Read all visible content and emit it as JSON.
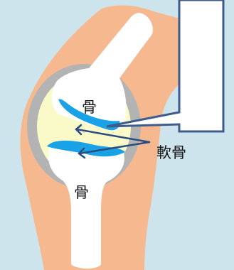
{
  "labels": {
    "upper_bone": "骨",
    "lower_bone": "骨",
    "cartilage": "軟骨"
  },
  "colors": {
    "background": "#cde4ec",
    "skin": "#f6b88e",
    "bone": "#ffffff",
    "capsule": "#b3b3b3",
    "synovial_fluid": "#fafac8",
    "cartilage": "#1aa2e6",
    "callout_box": "#ffffff",
    "callout_border": "#3d5b8c",
    "arrow": "#2b4c82"
  }
}
